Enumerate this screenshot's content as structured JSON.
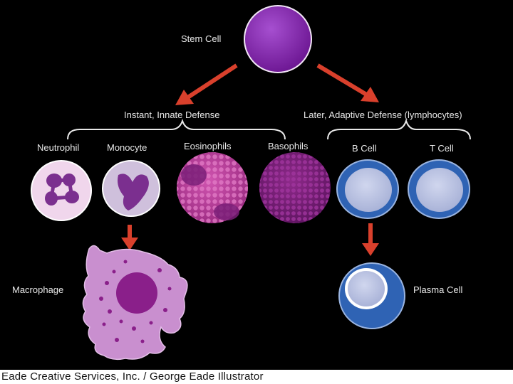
{
  "diagram": {
    "stem_cell_label": "Stem Cell",
    "innate_branch_label": "Instant, Innate Defense",
    "adaptive_branch_label": "Later, Adaptive Defense (lymphocytes)",
    "innate_cells": [
      "Neutrophil",
      "Monocyte",
      "Eosinophils",
      "Basophils"
    ],
    "adaptive_cells": [
      "B Cell",
      "T Cell"
    ],
    "macrophage_label": "Macrophage",
    "plasma_cell_label": "Plasma Cell"
  },
  "credit": "Eade Creative Services, Inc. / George Eade Illustrator",
  "colors": {
    "background": "#000000",
    "arrow": "#d9402c",
    "stem_cell": "#7a1f9e",
    "neutrophil_body": "#f0d6ec",
    "neutrophil_nucleus": "#7b2f8f",
    "monocyte_body": "#cfc0dc",
    "eosinophil": "#b0358f",
    "basophil": "#7a1f78",
    "lymphocyte_outer": "#2f63b4",
    "lymphocyte_inner": "#b6bfe0",
    "macrophage_body": "#c98fcf",
    "macrophage_nucleus": "#8a1f8a"
  }
}
